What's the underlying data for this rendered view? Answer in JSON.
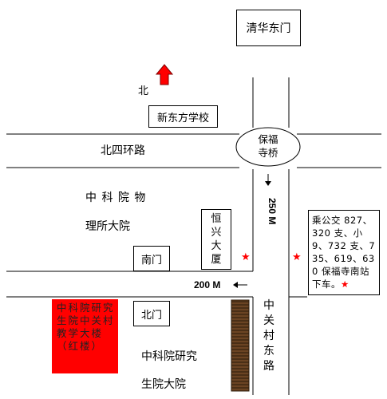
{
  "landmarks": {
    "east_gate": "清华东门",
    "north": "北",
    "new_oriental": "新东方学校",
    "north_4th_ring": "北四环路",
    "baofusi_bridge": "保福\n寺桥",
    "physics_line1": "中 科 院 物",
    "physics_line2": "理所大院",
    "hengxing": "恒\n兴\n大\n厦",
    "south_gate": "南门",
    "north_gate": "北门",
    "zgc_east_rd": "中\n关\n村\n东\n路",
    "grad_line1": "中科院研究",
    "grad_line2": "生院大院",
    "teaching_building": "中科院研究生院中关村教学大楼（红楼）"
  },
  "distances": {
    "vertical": "250 M",
    "horizontal": "200 M"
  },
  "bus_info": {
    "text": "乘公交 827、320 支、小 9、732 支、735、619、630 保福寺南站下车。",
    "star": "★"
  },
  "markers": {
    "star": "★"
  },
  "colors": {
    "road_line": "#000000",
    "highlight": "#ff0000",
    "building": "#5b3a1f"
  }
}
